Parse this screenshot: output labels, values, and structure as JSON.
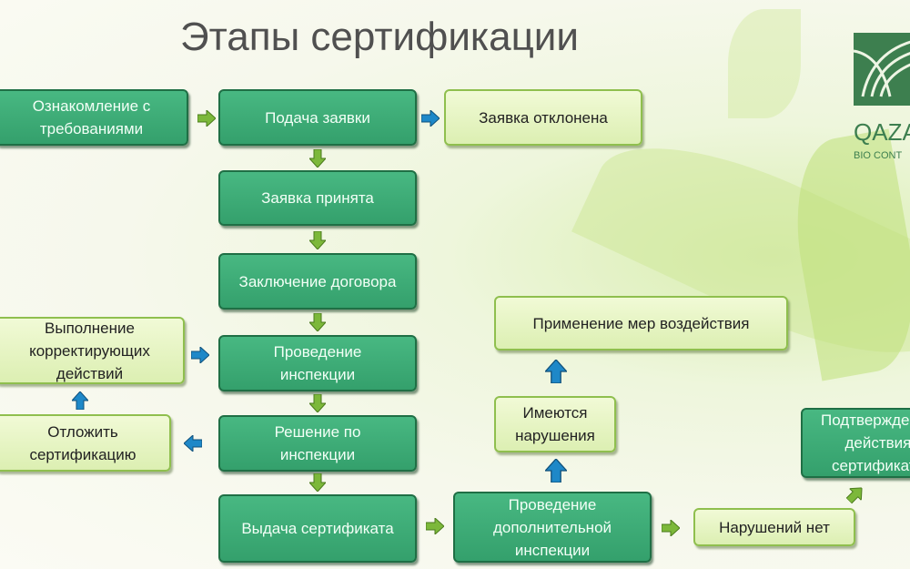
{
  "title": "Этапы сертификации",
  "logo": {
    "name": "QAZAQ",
    "subtitle": "BIO CONTROL",
    "visible_name": "QAZA",
    "visible_subtitle": "BIO CONT"
  },
  "colors": {
    "dark_box": "#3fae78",
    "light_box": "#e5f4c2",
    "green_arrow": "#7cb83a",
    "blue_arrow": "#1e88c8"
  },
  "boxes": {
    "familiarization": "Ознакомление с требованиями",
    "submit": "Подача заявки",
    "rejected": "Заявка отклонена",
    "accepted": "Заявка принята",
    "contract": "Заключение договора",
    "corrective": "Выполнение корректирующих действий",
    "inspection": "Проведение инспекции",
    "postpone": "Отложить сертификацию",
    "decision": "Решение по инспекции",
    "issue": "Выдача сертификата",
    "additional": "Проведение дополнительной инспекции",
    "no_violations": "Нарушений нет",
    "violations": "Имеются нарушения",
    "measures": "Применение мер воздействия",
    "confirm": "Подтверждение действия сертификата"
  }
}
